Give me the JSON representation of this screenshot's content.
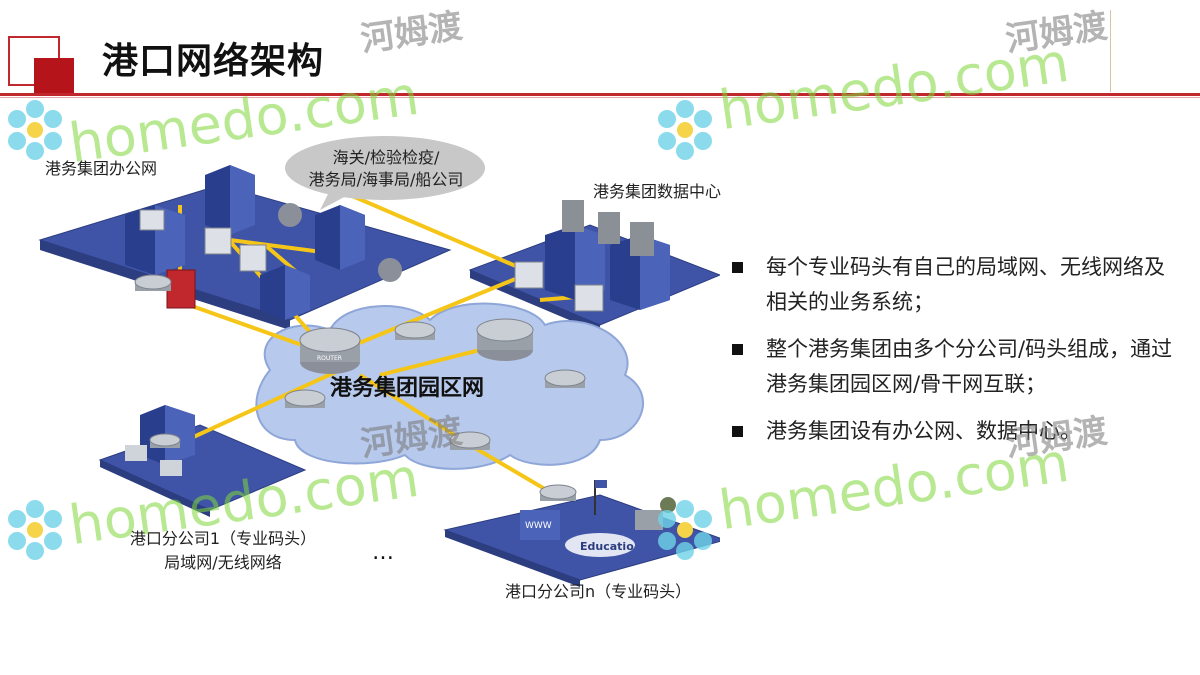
{
  "slide": {
    "title": "港口网络架构",
    "bullets": [
      "每个专业码头有自己的局域网、无线网络及相关的业务系统；",
      "整个港务集团由多个分公司/码头组成，通过港务集团园区网/骨干网互联；",
      "港务集团设有办公网、数据中心。"
    ]
  },
  "diagram": {
    "office_label": "港务集团办公网",
    "bubble_line1": "海关/检验检疫/",
    "bubble_line2": "港务局/海事局/船公司",
    "datacenter_label": "港务集团数据中心",
    "campus_label": "港务集团园区网",
    "branch1_line1": "港口分公司1（专业码头）",
    "branch1_line2": "局域网/无线网络",
    "ellipsis": "…",
    "branchn_label": "港口分公司n（专业码头）",
    "router_tag": "ROUTER",
    "edu_sign": "Educatio",
    "www_sign": "WWW",
    "link_color": "#f5c518",
    "cloud_color": "#b7c9ec",
    "platform_color": "#3f54a6"
  },
  "watermark": {
    "brand": "homedo.com",
    "cn": "河姆渡"
  }
}
